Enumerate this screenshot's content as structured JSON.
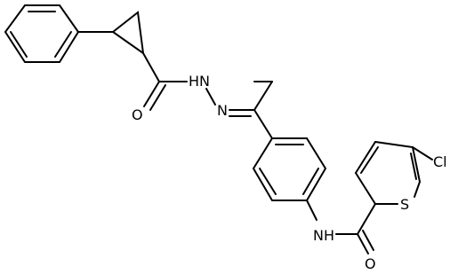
{
  "diagram": {
    "atom_labels": {
      "hydrazide_nh": "HN",
      "hydrazone_n": "N",
      "carbonyl_o_1": "O",
      "amide_nh": "NH",
      "carbonyl_o_2": "O",
      "thiophene_s": "S",
      "chloro": "Cl"
    }
  }
}
